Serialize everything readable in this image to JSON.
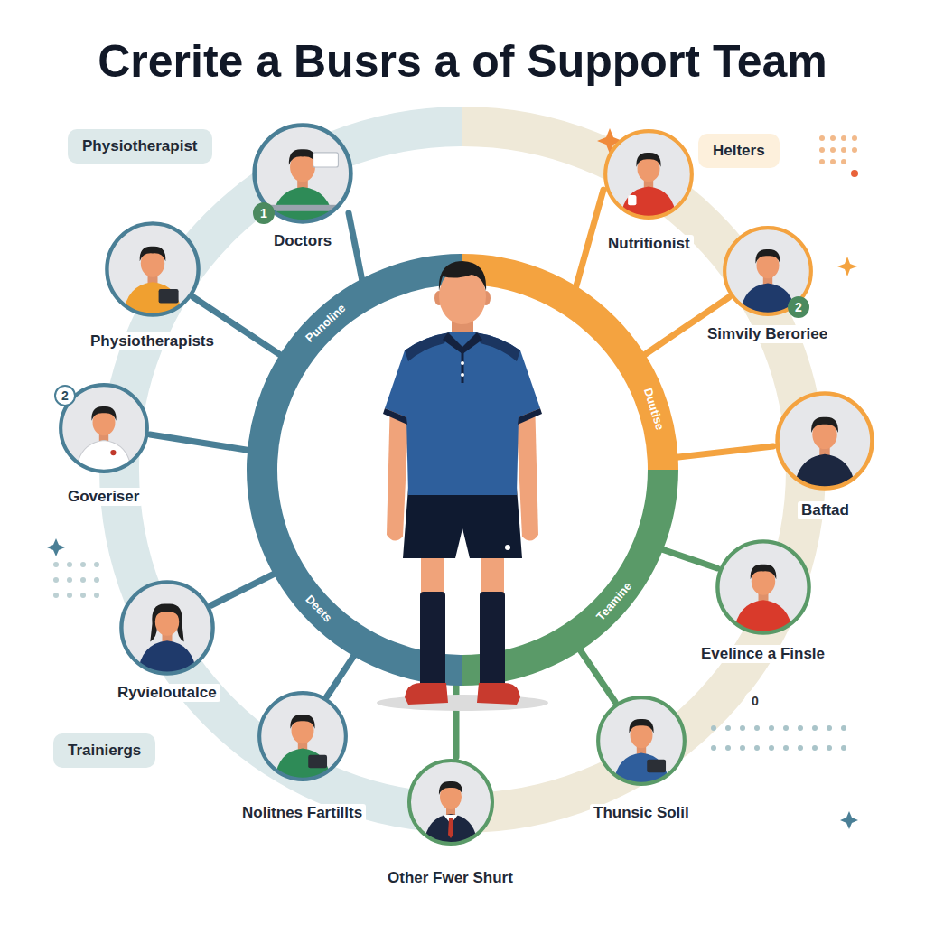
{
  "diagram": {
    "title": "Crerite a Busrs a of Support Team",
    "nodes": [
      {
        "text": [
          "Physiotherapist"
        ]
      },
      {
        "text": [
          "Doctors"
        ]
      },
      {
        "text": [
          "Helters"
        ]
      },
      {
        "text": [
          "Nutritionist"
        ]
      },
      {
        "text": [
          "Physiotherapists"
        ]
      },
      {
        "text": [
          "Simvily Beroriee"
        ]
      },
      {
        "text": [
          "Goveriser"
        ]
      },
      {
        "text": [
          "Baftad"
        ]
      },
      {
        "text": [
          "Ryvieloutalce"
        ]
      },
      {
        "text": [
          "Evelince a Finsle"
        ]
      },
      {
        "text": [
          "Trainiergs"
        ]
      },
      {
        "text": [
          "Nolitnes Fartillts"
        ]
      },
      {
        "text": [
          "Thunsic Solil"
        ]
      },
      {
        "text": [
          "Other Fwer Shurt"
        ]
      }
    ],
    "labels": [
      "1",
      "2",
      "2",
      "0",
      "Punoline",
      "Duutise",
      "Deets",
      "Teamine"
    ]
  }
}
